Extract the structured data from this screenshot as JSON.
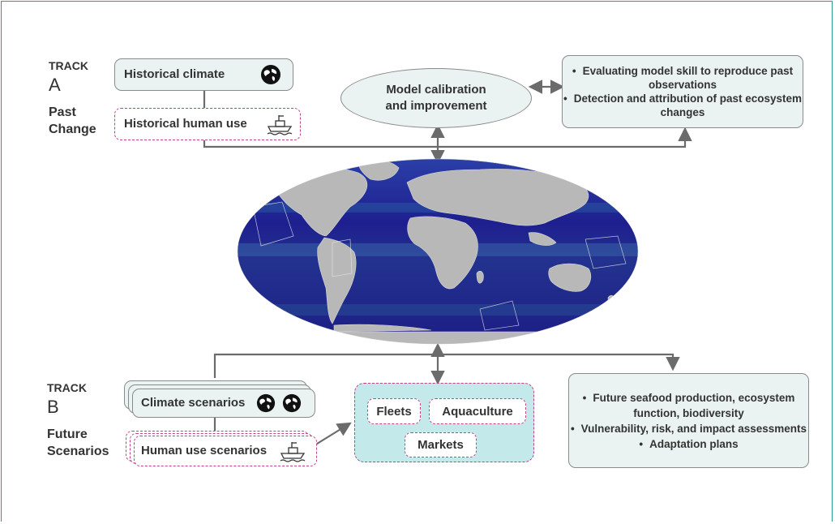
{
  "trackA": {
    "track_word": "TRACK",
    "letter": "A",
    "sub_line1": "Past",
    "sub_line2": "Change",
    "historical_climate": "Historical climate",
    "historical_human_use": "Historical human use"
  },
  "center": {
    "calibration_line1": "Model calibration",
    "calibration_line2": "and improvement"
  },
  "evaluation": {
    "items": [
      "Evaluating model skill to reproduce past observations",
      "Detection and attribution of past ecosystem changes"
    ]
  },
  "trackB": {
    "track_word": "TRACK",
    "letter": "B",
    "sub_line1": "Future",
    "sub_line2": "Scenarios",
    "climate_scenarios": "Climate scenarios",
    "human_use_scenarios": "Human use scenarios"
  },
  "sectors": {
    "fleets": "Fleets",
    "aquaculture": "Aquaculture",
    "markets": "Markets"
  },
  "outcomes": {
    "items": [
      "Future seafood production, ecosystem function, biodiversity",
      "Vulnerability, risk, and impact assessments",
      "Adaptation plans"
    ]
  },
  "colors": {
    "frame": "#2a9d8f",
    "box_fill": "#eaf3f2",
    "dashed_border": "#c0418a",
    "ocean_deep": "#1e1a8c",
    "land": "#b8b8b8",
    "connector": "#6b6b6b"
  },
  "icons": [
    "globe-icon",
    "ship-icon"
  ]
}
